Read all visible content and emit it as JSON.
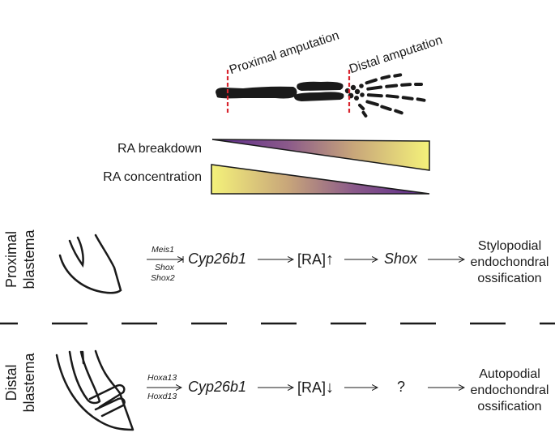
{
  "top": {
    "proximal_amputation": "Proximal amputation",
    "distal_amputation": "Distal amputation",
    "ra_breakdown": "RA breakdown",
    "ra_concentration": "RA concentration"
  },
  "proximal": {
    "row_label_line1": "Proximal",
    "row_label_line2": "blastema",
    "activator": "Meis1",
    "inhibitor_1": "Shox",
    "inhibitor_2": "Shox2",
    "gene": "Cyp26b1",
    "ra_level": "[RA]",
    "ra_direction": "↑",
    "target": "Shox",
    "outcome_1": "Stylopodial",
    "outcome_2": "endochondral",
    "outcome_3": "ossification"
  },
  "distal": {
    "row_label_line1": "Distal",
    "row_label_line2": "blastema",
    "regulator_1": "Hoxa13",
    "regulator_2": "Hoxd13",
    "gene": "Cyp26b1",
    "ra_level": "[RA]",
    "ra_direction": "↓",
    "target": "?",
    "outcome_1": "Autopodial",
    "outcome_2": "endochondral",
    "outcome_3": "ossification"
  },
  "colors": {
    "gradient_yellow": "#f4f27a",
    "gradient_purple": "#5b2a8c",
    "amputation_line": "#d8252e",
    "bone": "#1a1a1a"
  }
}
